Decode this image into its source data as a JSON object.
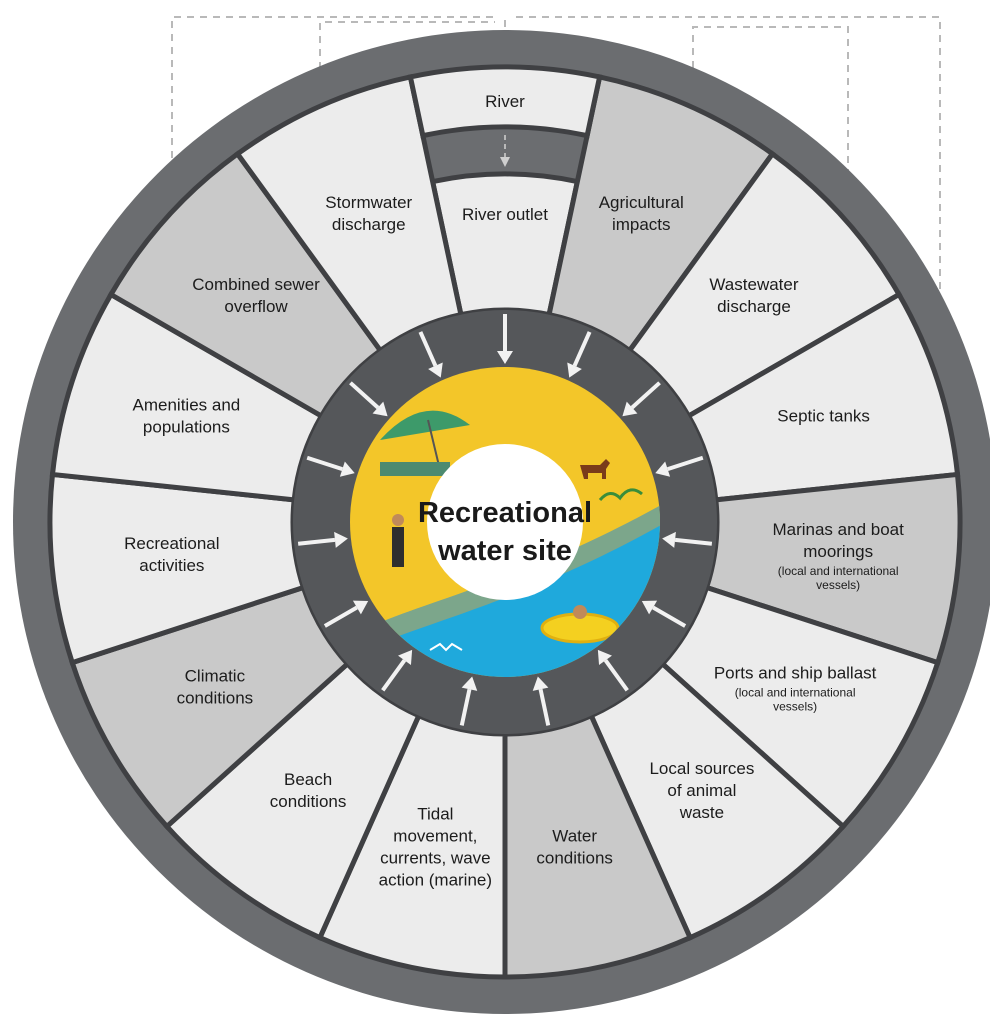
{
  "center": {
    "title_lines": [
      "Recreational",
      "water site"
    ]
  },
  "top_source": {
    "label": "River"
  },
  "segments": [
    {
      "id": "river-outlet",
      "lines": [
        "River outlet"
      ],
      "sub": [],
      "shade": "light"
    },
    {
      "id": "agricultural-impacts",
      "lines": [
        "Agricultural",
        "impacts"
      ],
      "sub": [],
      "shade": "mid"
    },
    {
      "id": "wastewater-discharge",
      "lines": [
        "Wastewater",
        "discharge"
      ],
      "sub": [],
      "shade": "light"
    },
    {
      "id": "septic-tanks",
      "lines": [
        "Septic tanks"
      ],
      "sub": [],
      "shade": "light"
    },
    {
      "id": "marinas-and-boat-moorings",
      "lines": [
        "Marinas and boat",
        "moorings"
      ],
      "sub": [
        "(local and international",
        "vessels)"
      ],
      "shade": "mid"
    },
    {
      "id": "ports-and-ship-ballast",
      "lines": [
        "Ports and ship ballast"
      ],
      "sub": [
        "(local and international",
        "vessels)"
      ],
      "shade": "light"
    },
    {
      "id": "local-sources-of-animal-waste",
      "lines": [
        "Local sources",
        "of animal",
        "waste"
      ],
      "sub": [],
      "shade": "light"
    },
    {
      "id": "water-conditions",
      "lines": [
        "Water",
        "conditions"
      ],
      "sub": [],
      "shade": "mid"
    },
    {
      "id": "tidal-movement",
      "lines": [
        "Tidal",
        "movement,",
        "currents, wave",
        "action (marine)"
      ],
      "sub": [],
      "shade": "light"
    },
    {
      "id": "beach-conditions",
      "lines": [
        "Beach",
        "conditions"
      ],
      "sub": [],
      "shade": "light"
    },
    {
      "id": "climatic-conditions",
      "lines": [
        "Climatic",
        "conditions"
      ],
      "sub": [],
      "shade": "mid"
    },
    {
      "id": "recreational-activities",
      "lines": [
        "Recreational",
        "activities"
      ],
      "sub": [],
      "shade": "light"
    },
    {
      "id": "amenities-and-populations",
      "lines": [
        "Amenities and",
        "populations"
      ],
      "sub": [],
      "shade": "light"
    },
    {
      "id": "combined-sewer-overflow",
      "lines": [
        "Combined sewer",
        "overflow"
      ],
      "sub": [],
      "shade": "mid"
    },
    {
      "id": "stormwater-discharge",
      "lines": [
        "Stormwater",
        "discharge"
      ],
      "sub": [],
      "shade": "light"
    }
  ],
  "colors": {
    "outer_ring": "#6b6d70",
    "inner_ring": "#55575a",
    "segment_light": "#ececec",
    "segment_mid": "#c9c9c9",
    "divider": "#3f4043",
    "arrow": "#f2f2f2",
    "dashed_line": "#b9b9b9",
    "sand": "#f3c629",
    "water": "#1fa9dc",
    "center_circle": "#ffffff"
  }
}
